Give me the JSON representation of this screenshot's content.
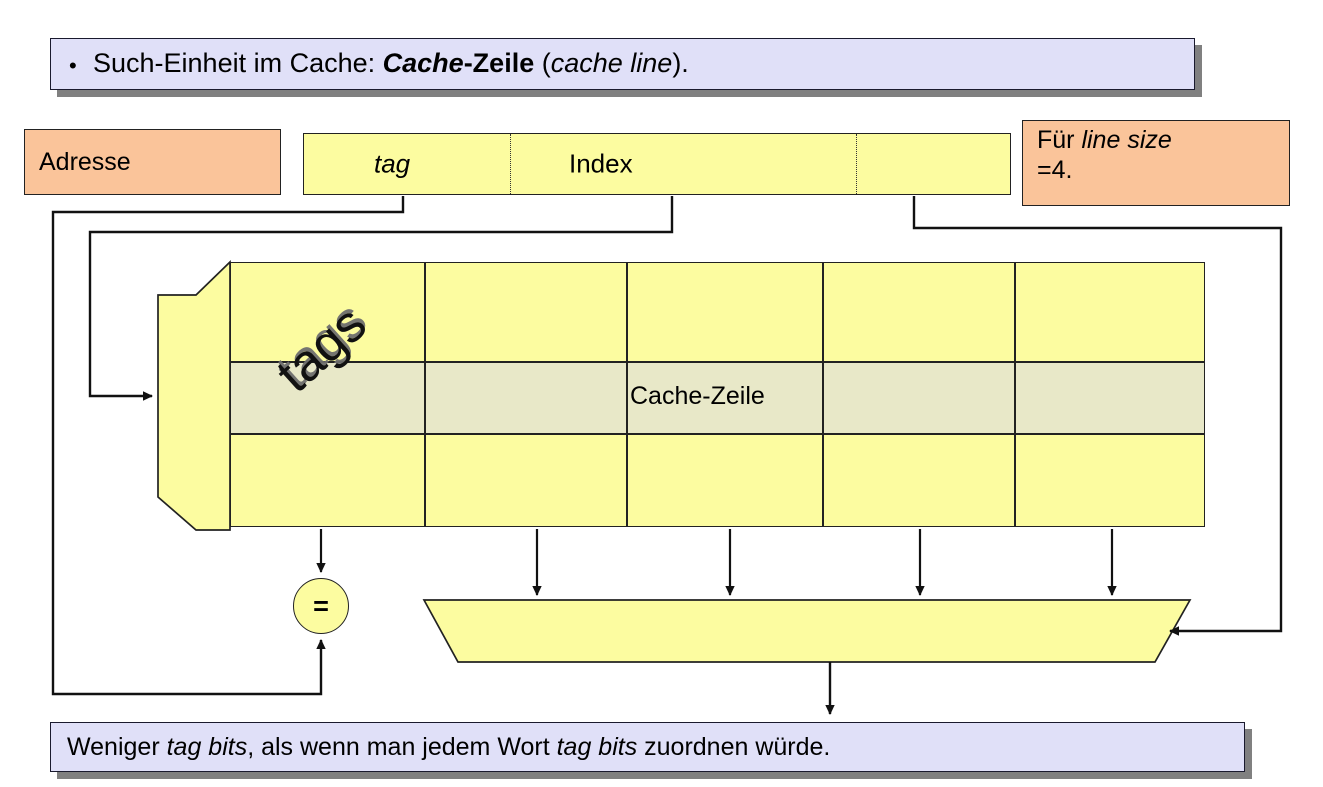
{
  "slide": {
    "title": {
      "bullet": "•",
      "lead": "Such-Einheit im Cache: ",
      "term_italic_bold": "Cache",
      "term_bold": "-Zeile",
      "paren_open": " (",
      "english_italic": "cache line",
      "paren_close": ")."
    },
    "footer": {
      "part1": "Weniger ",
      "italic1": "tag bits",
      "part2": ", als wenn man jedem Wort ",
      "italic2": "tag bits",
      "part3": " zuordnen würde."
    }
  },
  "address": {
    "label": "Adresse",
    "segments": [
      {
        "name": "tag",
        "label": "tag",
        "italic": true
      },
      {
        "name": "index",
        "label": "Index",
        "italic": false
      },
      {
        "name": "offset",
        "label": "",
        "italic": false
      }
    ]
  },
  "note": {
    "line1_plain": "Für ",
    "line1_italic": "line size",
    "line2": "=4."
  },
  "cache": {
    "tags_label": "tags",
    "line_label": "Cache-Zeile",
    "rows": 3,
    "word_columns": 4,
    "highlight_row_index": 1
  },
  "comparator": {
    "symbol": "="
  },
  "colors": {
    "cell_fill": "#FCFCA0",
    "cell_highlight": "#E8E8C8",
    "orange_fill": "#FAC49A",
    "callout_fill": "#E0E0F8",
    "shadow": "#808080",
    "stroke": "#222222"
  }
}
